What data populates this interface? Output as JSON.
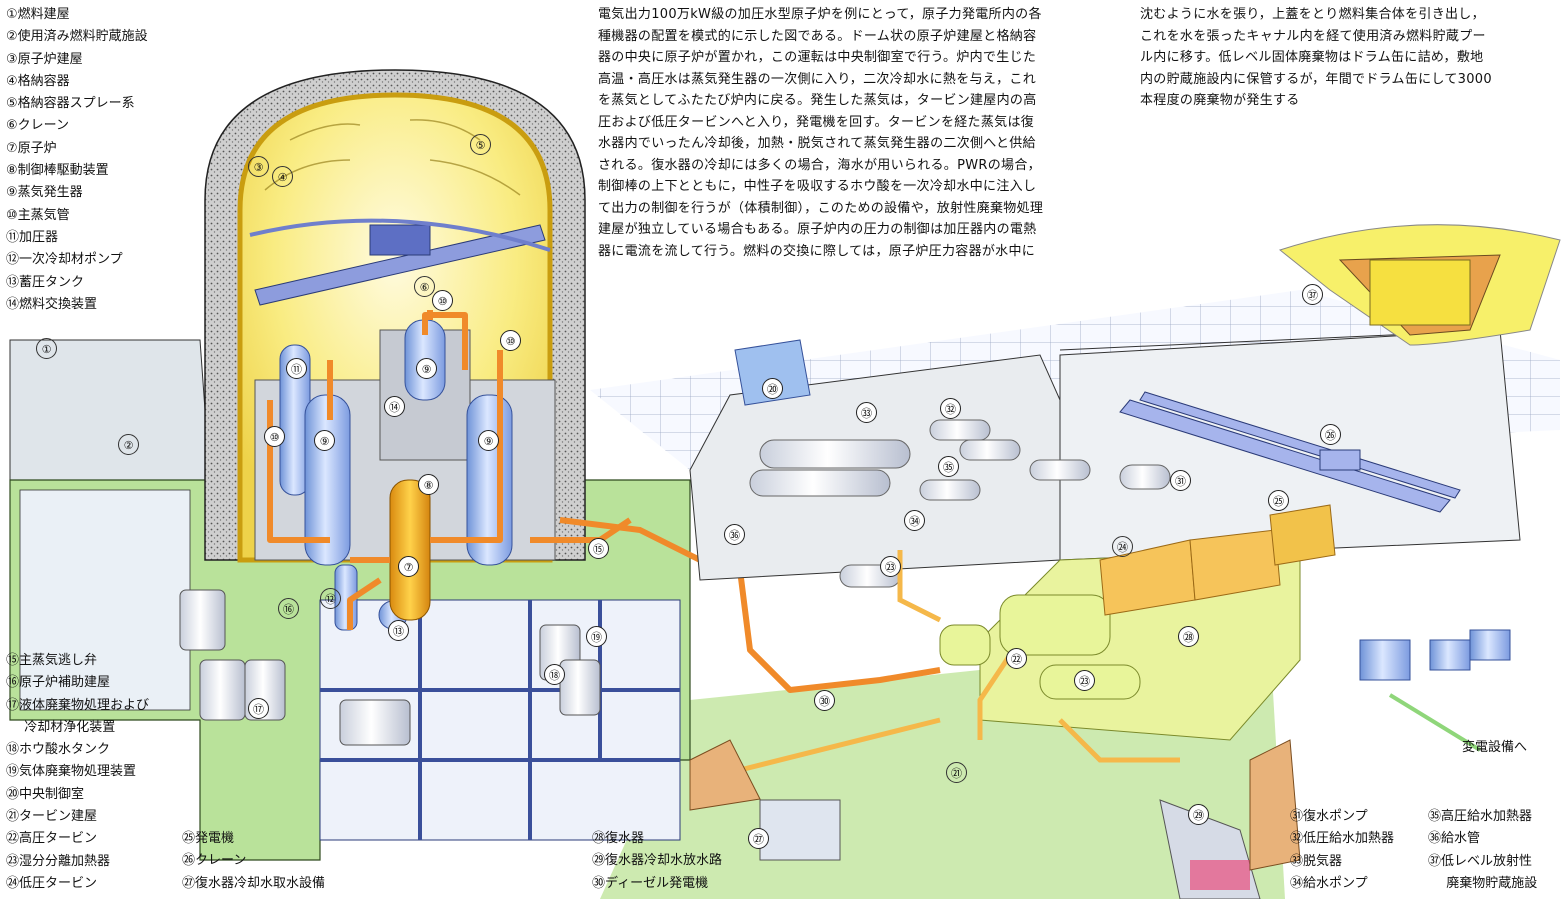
{
  "legend_top": [
    "①燃料建屋",
    "②使用済み燃料貯蔵施設",
    "③原子炉建屋",
    "④格納容器",
    "⑤格納容器スプレー系",
    "⑥クレーン",
    "⑦原子炉",
    "⑧制御棒駆動装置",
    "⑨蒸気発生器",
    "⑩主蒸気管",
    "⑪加圧器",
    "⑫一次冷却材ポンプ",
    "⑬蓄圧タンク",
    "⑭燃料交換装置"
  ],
  "legend_bottom_left": [
    "⑮主蒸気逃し弁",
    "⑯原子炉補助建屋",
    "⑰液体廃棄物処理および",
    "冷却材浄化装置",
    "⑱ホウ酸水タンク",
    "⑲気体廃棄物処理装置",
    "⑳中央制御室",
    "㉑タービン建屋",
    "㉒高圧タービン",
    "㉓湿分分離加熱器",
    "㉔低圧タービン"
  ],
  "legend_bottom_mid1": [
    "㉕発電機",
    "㉖クレーン",
    "㉗復水器冷却水取水設備"
  ],
  "legend_bottom_mid2": [
    "㉘復水器",
    "㉙復水器冷却水放水路",
    "㉚ディーゼル発電機"
  ],
  "legend_bottom_right1": [
    "㉛復水ポンプ",
    "㉜低圧給水加熱器",
    "㉝脱気器",
    "㉞給水ポンプ"
  ],
  "legend_bottom_right2": [
    "㉟高圧給水加熱器",
    "㊱給水管",
    "㊲低レベル放射性",
    "廃棄物貯蔵施設"
  ],
  "description_main": [
    "電気出力100万kW級の加圧水型原子炉を例にとって，原子力発電所内の各",
    "種機器の配置を模式的に示した図である。ドーム状の原子炉建屋と格納容",
    "器の中央に原子炉が置かれ，この運転は中央制御室で行う。炉内で生じた",
    "高温・高圧水は蒸気発生器の一次側に入り，二次冷却水に熱を与え，これ",
    "を蒸気としてふたたび炉内に戻る。発生した蒸気は，タービン建屋内の高",
    "圧および低圧タービンへと入り，発電機を回す。タービンを経た蒸気は復",
    "水器内でいったん冷却後，加熱・脱気されて蒸気発生器の二次側へと供給",
    "される。復水器の冷却には多くの場合，海水が用いられる。PWRの場合，",
    "制御棒の上下とともに，中性子を吸収するホウ酸を一次冷却水中に注入し",
    "て出力の制御を行うが（体積制御），このための設備や，放射性廃棄物処理",
    "建屋が独立している場合もある。原子炉内の圧力の制御は加圧器内の電熱",
    "器に電流を流して行う。燃料の交換に際しては，原子炉圧力容器が水中に"
  ],
  "description_cont": [
    "沈むように水を張り，上蓋をとり燃料集合体を引き出し，",
    "これを水を張ったキャナル内を経て使用済み燃料貯蔵プー",
    "ル内に移す。低レベル固体廃棄物はドラム缶に詰め，敷地",
    "内の貯蔵施設内に保管するが，年間でドラム缶にして3000",
    "本程度の廃棄物が発生する"
  ],
  "note_substation": "変電設備へ",
  "callouts": {
    "c1": "①",
    "c2": "②",
    "c3": "③",
    "c4": "④",
    "c5": "⑤",
    "c6": "⑥",
    "c7": "⑦",
    "c8": "⑧",
    "c9": "⑨",
    "c10": "⑩",
    "c11": "⑪",
    "c12": "⑫",
    "c13": "⑬",
    "c14": "⑭",
    "c15": "⑮",
    "c16": "⑯",
    "c17": "⑰",
    "c18": "⑱",
    "c19": "⑲",
    "c20": "⑳",
    "c21": "㉑",
    "c22": "㉒",
    "c23": "㉓",
    "c24": "㉔",
    "c25": "㉕",
    "c26": "㉖",
    "c27": "㉗",
    "c28": "㉘",
    "c29": "㉙",
    "c30": "㉚",
    "c31": "㉛",
    "c32": "㉜",
    "c33": "㉝",
    "c34": "㉞",
    "c35": "㉟",
    "c36": "㊱",
    "c37": "㊲"
  },
  "colors": {
    "building_green": "#b9e29a",
    "wall_gray": "#d9d9d9",
    "containment_yellow": "#f7e76a",
    "primary_pipe": "#f08a2a",
    "feed_pipe": "#f5b84a",
    "equipment_blue": "#a9c4ef",
    "turbine_yellow": "#eef59a",
    "floor_white": "#f4f7ff",
    "ground_orange": "#e8b27a"
  }
}
